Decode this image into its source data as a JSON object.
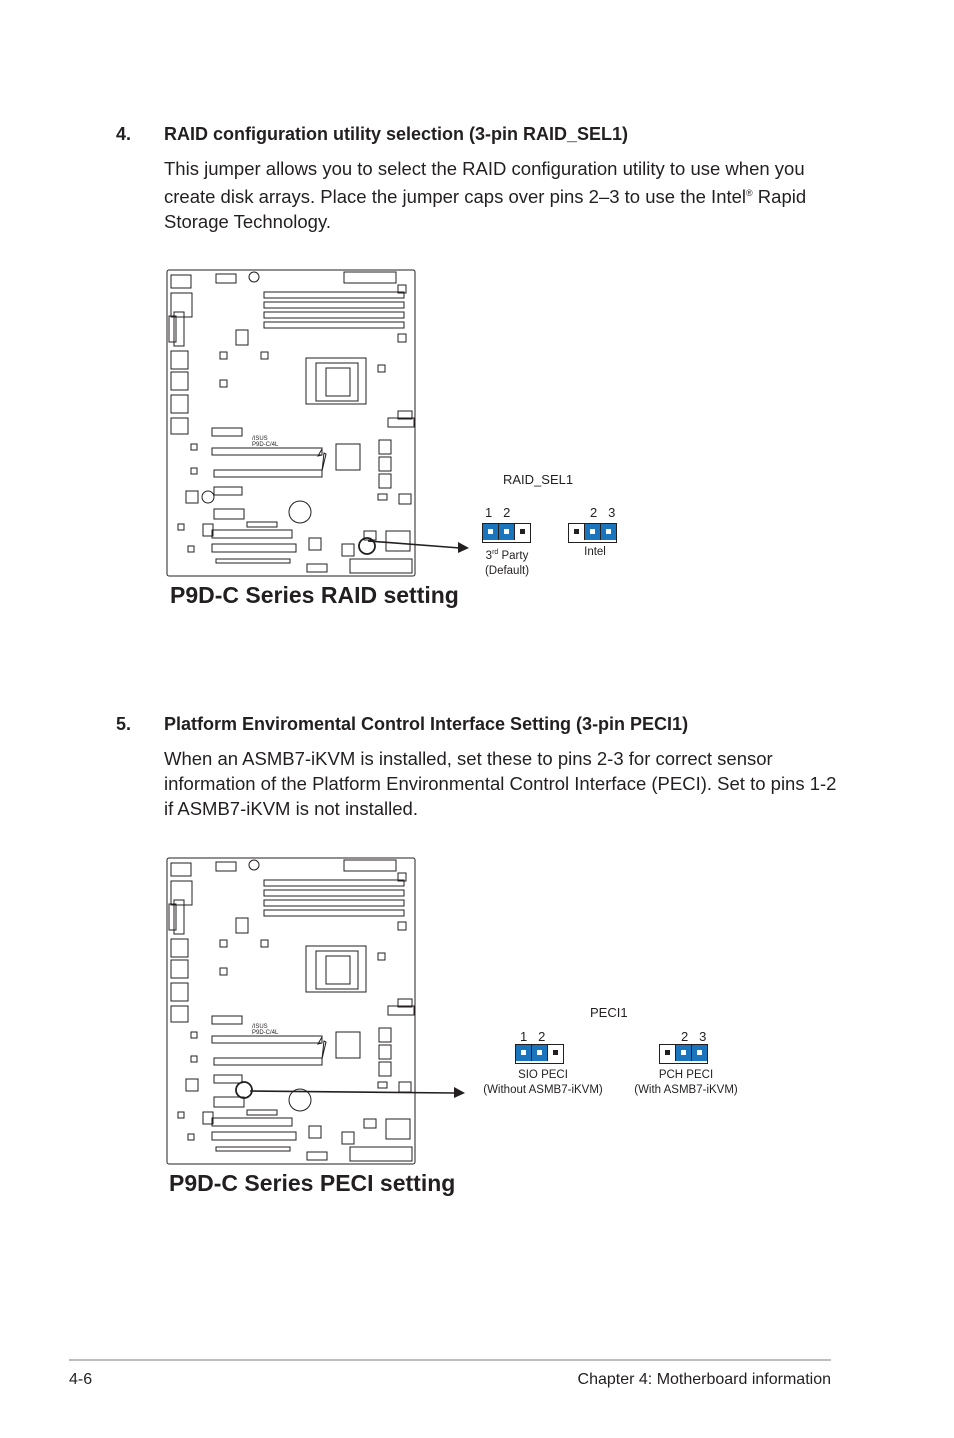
{
  "section4": {
    "number": "4.",
    "heading": "RAID configuration utility selection (3-pin RAID_SEL1)",
    "paragraph_part1": "This jumper allows you to select the RAID configuration utility to use when you create disk arrays. Place the jumper caps over pins 2–3 to use the Intel",
    "paragraph_sup": "®",
    "paragraph_part2": " Rapid Storage Technology.",
    "figure": {
      "board_label": "P9D-C/4L",
      "jumper_name": "RAID_SEL1",
      "left_pins": "1   2",
      "right_pins": "2   3",
      "left_caption_1a": "3",
      "left_caption_1sup": "rd",
      "left_caption_1b": " Party",
      "left_caption_2": "(Default)",
      "right_caption": "Intel",
      "title": "P9D-C Series RAID setting"
    }
  },
  "section5": {
    "number": "5.",
    "heading": "Platform Enviromental Control Interface Setting (3-pin PECI1)",
    "paragraph": "When an ASMB7-iKVM is installed, set these to pins 2-3 for correct sensor information of the Platform Environmental Control Interface (PECI). Set to pins 1-2 if ASMB7-iKVM is not installed.",
    "figure": {
      "board_label": "P9D-C/4L",
      "jumper_name": "PECI1",
      "left_pins": "1   2",
      "right_pins": "2   3",
      "left_caption_1": "SIO PECI",
      "left_caption_2": "(Without ASMB7-iKVM)",
      "right_caption_1": "PCH PECI",
      "right_caption_2": "(With ASMB7-iKVM)",
      "title": "P9D-C Series PECI setting"
    }
  },
  "footer": {
    "page_number": "4-6",
    "chapter": "Chapter 4: Motherboard information"
  },
  "colors": {
    "jumper_cap": "#1b75bc",
    "text": "#231f20",
    "rule": "#bdbdbd"
  }
}
